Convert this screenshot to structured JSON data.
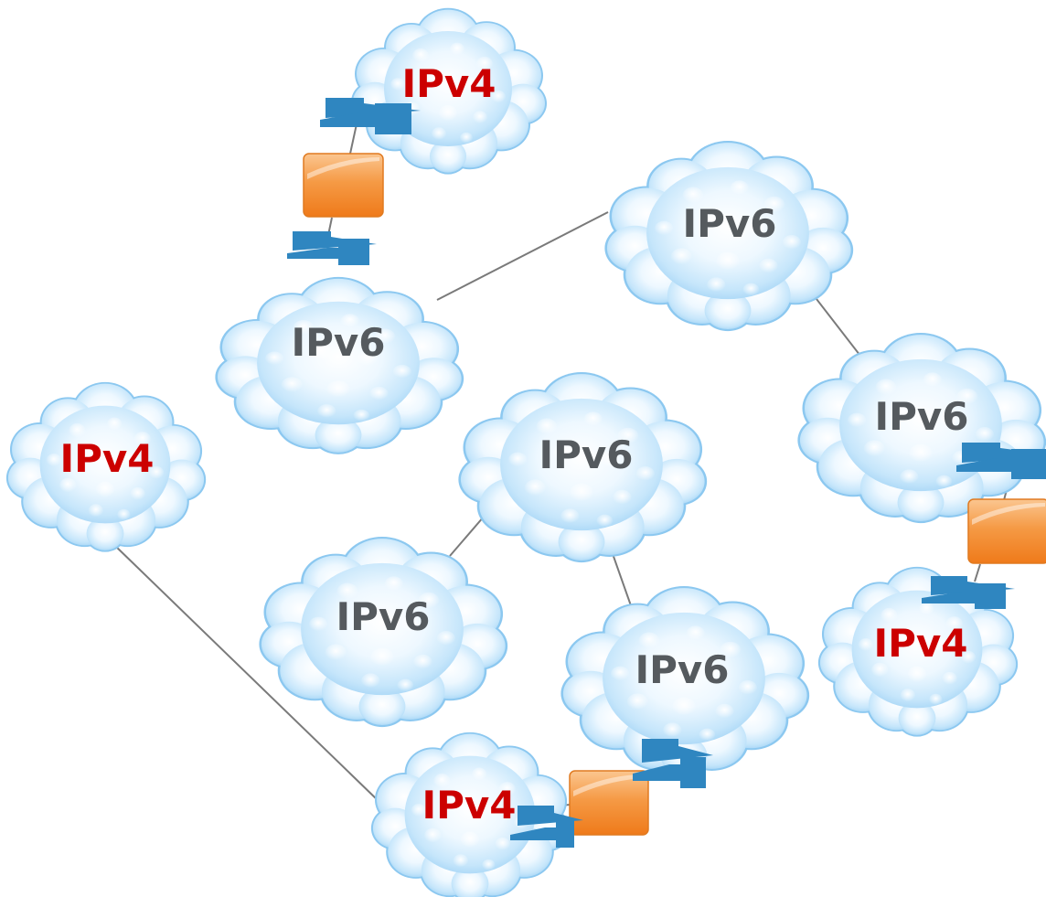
{
  "colors": {
    "ipv4_text": "#cc0000",
    "ipv6_text": "#555a5e",
    "cloud_fill": "#bfe2fb",
    "cloud_stroke": "#8cc8f0",
    "link": "#7a7a7a",
    "router": "#f18a2a",
    "tunnel_bolt": "#2f86c0"
  },
  "clouds": {
    "ipv4_top": "IPv4",
    "ipv6_upper_left": "IPv6",
    "ipv6_upper_right": "IPv6",
    "ipv4_left": "IPv4",
    "ipv6_center": "IPv6",
    "ipv6_right": "IPv6",
    "ipv6_lower_left": "IPv6",
    "ipv6_lower_center": "IPv6",
    "ipv4_right": "IPv4",
    "ipv4_bottom": "IPv4"
  },
  "links": [
    {
      "from": "ipv6_upper_left",
      "to": "ipv6_upper_right",
      "kind": "plain"
    },
    {
      "from": "ipv6_upper_right",
      "to": "ipv6_right",
      "kind": "plain"
    },
    {
      "from": "ipv6_center",
      "to": "ipv6_lower_left",
      "kind": "plain"
    },
    {
      "from": "ipv6_center",
      "to": "ipv6_lower_center",
      "kind": "plain"
    },
    {
      "from": "ipv4_left",
      "to": "ipv4_bottom",
      "kind": "plain"
    },
    {
      "from": "ipv4_top",
      "to": "ipv6_upper_left",
      "kind": "translator"
    },
    {
      "from": "ipv6_right",
      "to": "ipv4_right",
      "kind": "translator"
    },
    {
      "from": "ipv4_bottom",
      "to": "ipv6_lower_center",
      "kind": "translator"
    }
  ]
}
